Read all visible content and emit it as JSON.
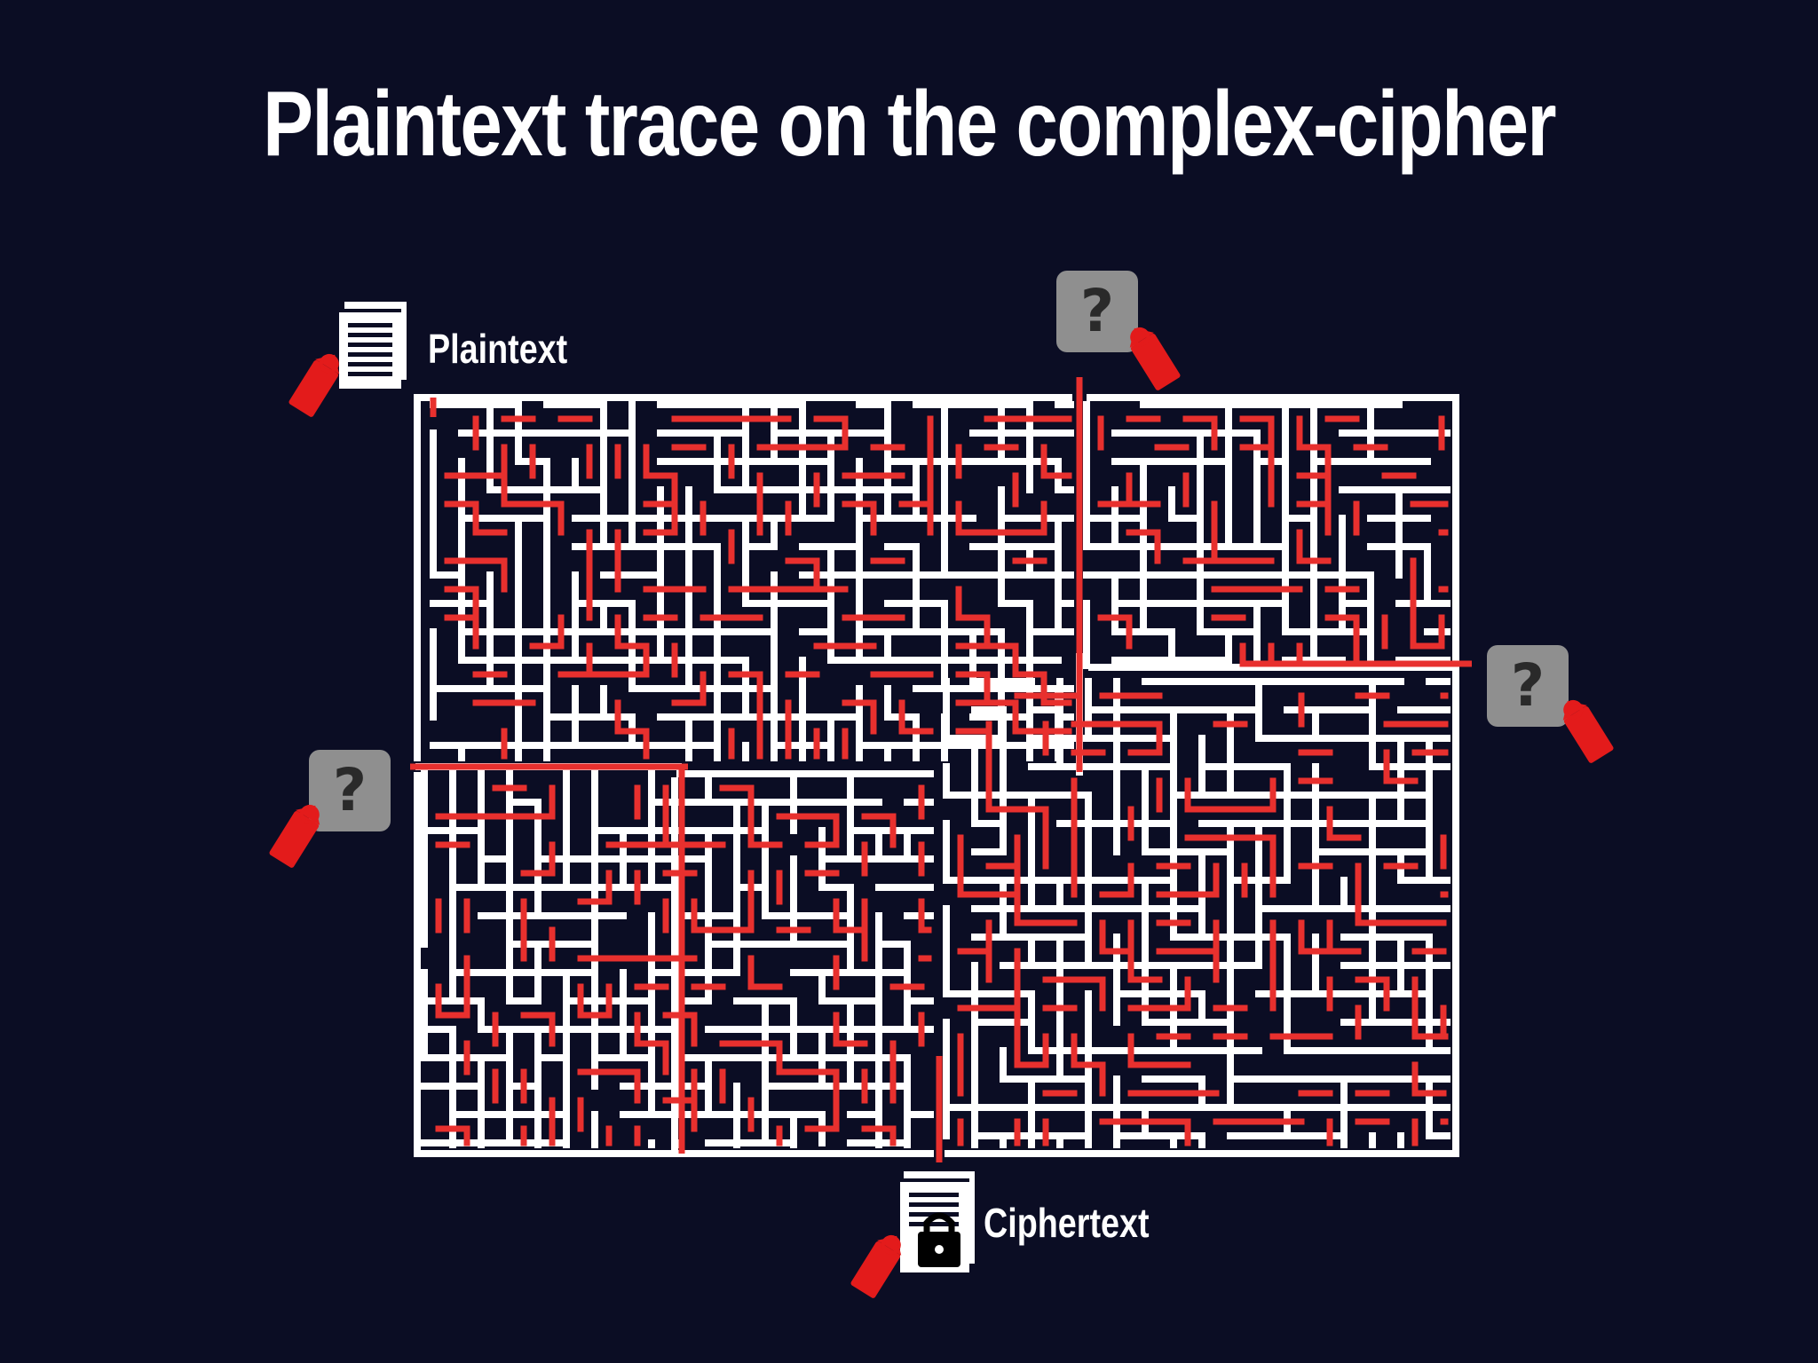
{
  "title": "Plaintext trace on the complex-cipher",
  "labels": {
    "plaintext": "Plaintext",
    "ciphertext": "Ciphertext"
  },
  "unknown_markers": [
    {
      "id": "top",
      "symbol": "?"
    },
    {
      "id": "right",
      "symbol": "?"
    },
    {
      "id": "left",
      "symbol": "?"
    }
  ],
  "icons": {
    "plaintext": "document-icon",
    "ciphertext": "locked-document-icon",
    "unknown": "question-mark-icon",
    "tag": "price-tag-icon"
  },
  "colors": {
    "background": "#0b0d24",
    "maze_walls": "#ffffff",
    "trace": "#e8302e",
    "tag": "#e31b1b",
    "unknown_box": "#8f8f8f"
  }
}
